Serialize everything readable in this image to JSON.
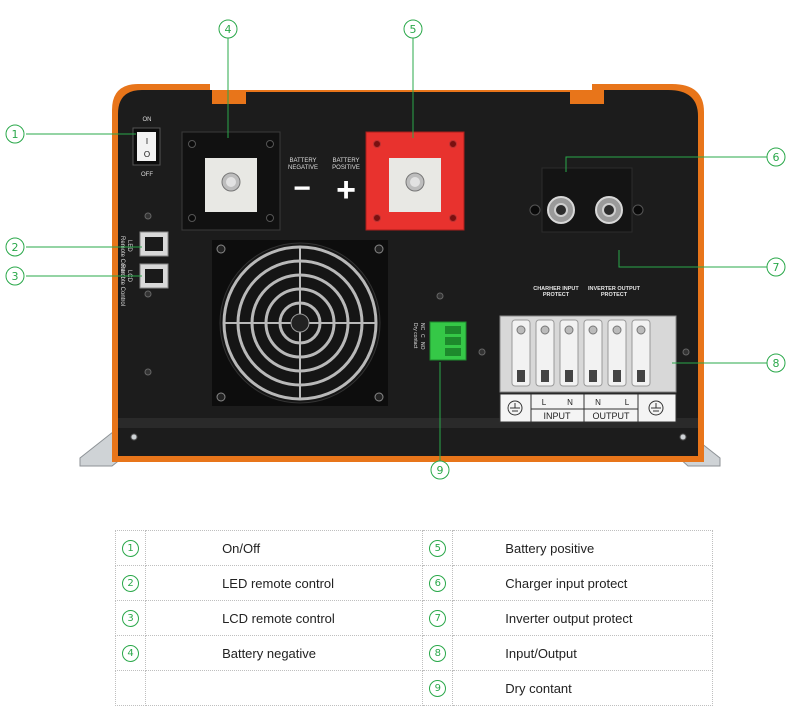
{
  "callouts": [
    "1",
    "2",
    "3",
    "4",
    "5",
    "6",
    "7",
    "8",
    "9"
  ],
  "panel": {
    "switch_on": "ON",
    "switch_off": "OFF",
    "switch_symbol_on": "I",
    "switch_symbol_off": "O",
    "battery_negative_label": [
      "BATTERY",
      "NEGATIVE"
    ],
    "battery_positive_label": [
      "BATTERY",
      "POSITIVE"
    ],
    "minus_sign": "−",
    "plus_sign": "+",
    "led_port_label": [
      "LED",
      "Remote Control"
    ],
    "lcd_port_label": [
      "LCD",
      "Remote Control"
    ],
    "charger_protect_label": [
      "CHARHER INPUT",
      "PROTECT"
    ],
    "inverter_protect_label": [
      "INVERTER OUTPUT",
      "PROTECT"
    ],
    "dry_contact_label": [
      "NC",
      "C",
      "NO",
      "Dry contact"
    ],
    "terminal_labels": [
      "L",
      "N",
      "N",
      "L"
    ],
    "input_label": "INPUT",
    "output_label": "OUTPUT"
  },
  "legend": {
    "rows": [
      {
        "left_num": "1",
        "left_label": "On/Off",
        "right_num": "5",
        "right_label": "Battery positive"
      },
      {
        "left_num": "2",
        "left_label": "LED remote control",
        "right_num": "6",
        "right_label": "Charger input protect"
      },
      {
        "left_num": "3",
        "left_label": "LCD remote control",
        "right_num": "7",
        "right_label": "Inverter output protect"
      },
      {
        "left_num": "4",
        "left_label": "Battery negative",
        "right_num": "8",
        "right_label": "Input/Output"
      },
      {
        "left_num": "",
        "left_label": "",
        "right_num": "9",
        "right_label": "Dry contant"
      }
    ]
  },
  "colors": {
    "accent_green": "#2aa84a",
    "case_orange": "#e8751a",
    "panel_black": "#1c1c1c",
    "terminal_red": "#e8322e"
  }
}
